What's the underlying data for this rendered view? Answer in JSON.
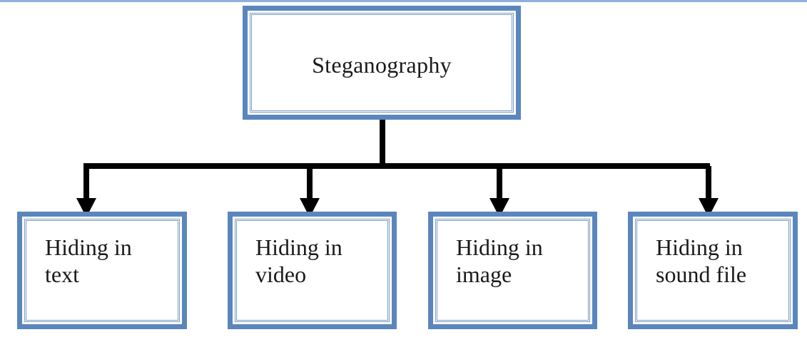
{
  "diagram": {
    "root": {
      "label": "Steganography"
    },
    "children": [
      {
        "id": "text",
        "label": "Hiding in\ntext"
      },
      {
        "id": "video",
        "label": "Hiding in\nvideo"
      },
      {
        "id": "image",
        "label": "Hiding in\nimage"
      },
      {
        "id": "sound",
        "label": "Hiding in\nsound file"
      }
    ],
    "colors": {
      "box_border": "#5a86bd",
      "connector": "#000000",
      "top_rule": "#8fb0d8"
    }
  }
}
